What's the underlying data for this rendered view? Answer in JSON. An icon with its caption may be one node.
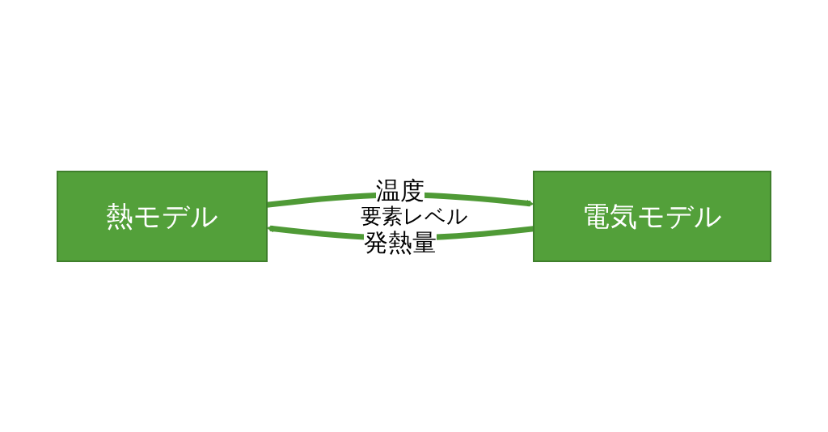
{
  "diagram": {
    "nodes": [
      {
        "text": [
          "熱モデル"
        ]
      },
      {
        "text": [
          "電気モデル"
        ]
      }
    ],
    "edges": [
      {
        "from": 0,
        "to": 1,
        "arrow": "to",
        "label": "温度"
      },
      {
        "from": 1,
        "to": 0,
        "arrow": "to",
        "label": "発熱量"
      }
    ],
    "labels": [
      "要素レベル"
    ]
  }
}
